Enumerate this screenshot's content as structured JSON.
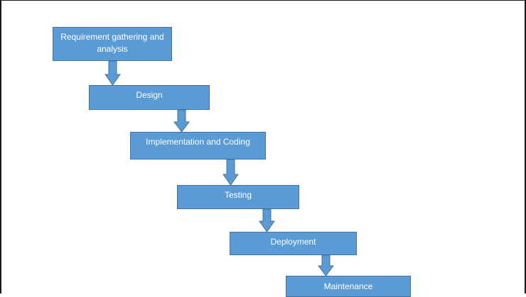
{
  "diagram": {
    "steps": [
      {
        "label": "Requirement gathering and analysis"
      },
      {
        "label": "Design"
      },
      {
        "label": "Implementation and Coding"
      },
      {
        "label": "Testing"
      },
      {
        "label": "Deployment"
      },
      {
        "label": "Maintenance"
      }
    ]
  },
  "colors": {
    "box_fill": "#5b9bd5",
    "box_border": "#41719c",
    "box_text": "#ffffff",
    "arrow_fill": "#5b9bd5",
    "arrow_border": "#41719c"
  }
}
